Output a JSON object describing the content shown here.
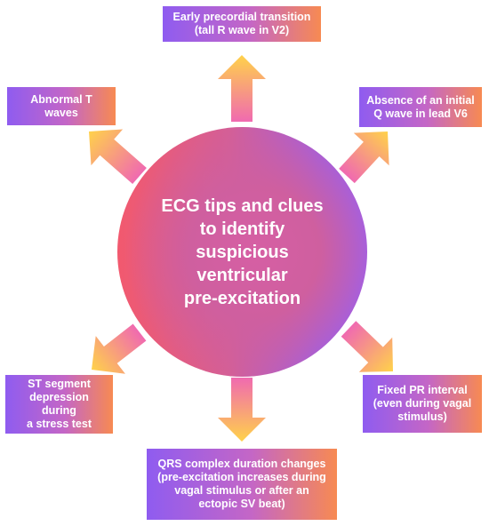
{
  "hub": {
    "title": "ECG tips and clues\nto identify\nsuspicious ventricular\npre-excitation"
  },
  "boxes": {
    "top": {
      "text": "Early precordial transition\n(tall R wave in V2)"
    },
    "top_right": {
      "text": "Absence of an initial\nQ wave in lead V6"
    },
    "top_left": {
      "text": "Abnormal T waves"
    },
    "bottom_left": {
      "text": "ST segment\ndepression during\na stress test"
    },
    "bottom_right": {
      "text": "Fixed PR interval\n(even during vagal\nstimulus)"
    },
    "bottom": {
      "text": "QRS complex duration changes\n(pre-excitation increases during\nvagal stimulus or after an\nectopic SV beat)"
    }
  },
  "colors": {
    "gradient_purple": "#8f5cf0",
    "gradient_orange": "#f78a52",
    "arrow_pink": "#f06ab0",
    "arrow_yellow": "#ffd24a"
  }
}
